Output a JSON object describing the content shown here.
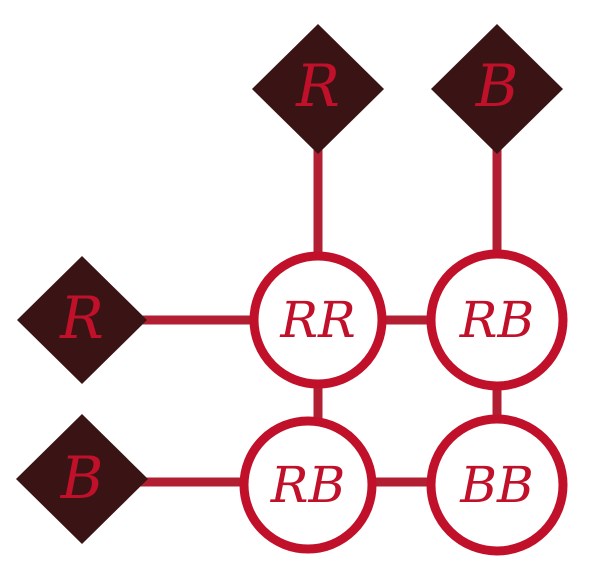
{
  "colors": {
    "diamond_fill": "#3a1414",
    "accent": "#c0102a",
    "line": "#b21f32",
    "circle_fill": "#ffffff"
  },
  "top_alleles": [
    {
      "label": "R"
    },
    {
      "label": "B"
    }
  ],
  "left_alleles": [
    {
      "label": "R"
    },
    {
      "label": "B"
    }
  ],
  "grid": [
    [
      "RR",
      "RB"
    ],
    [
      "RB",
      "BB"
    ]
  ]
}
